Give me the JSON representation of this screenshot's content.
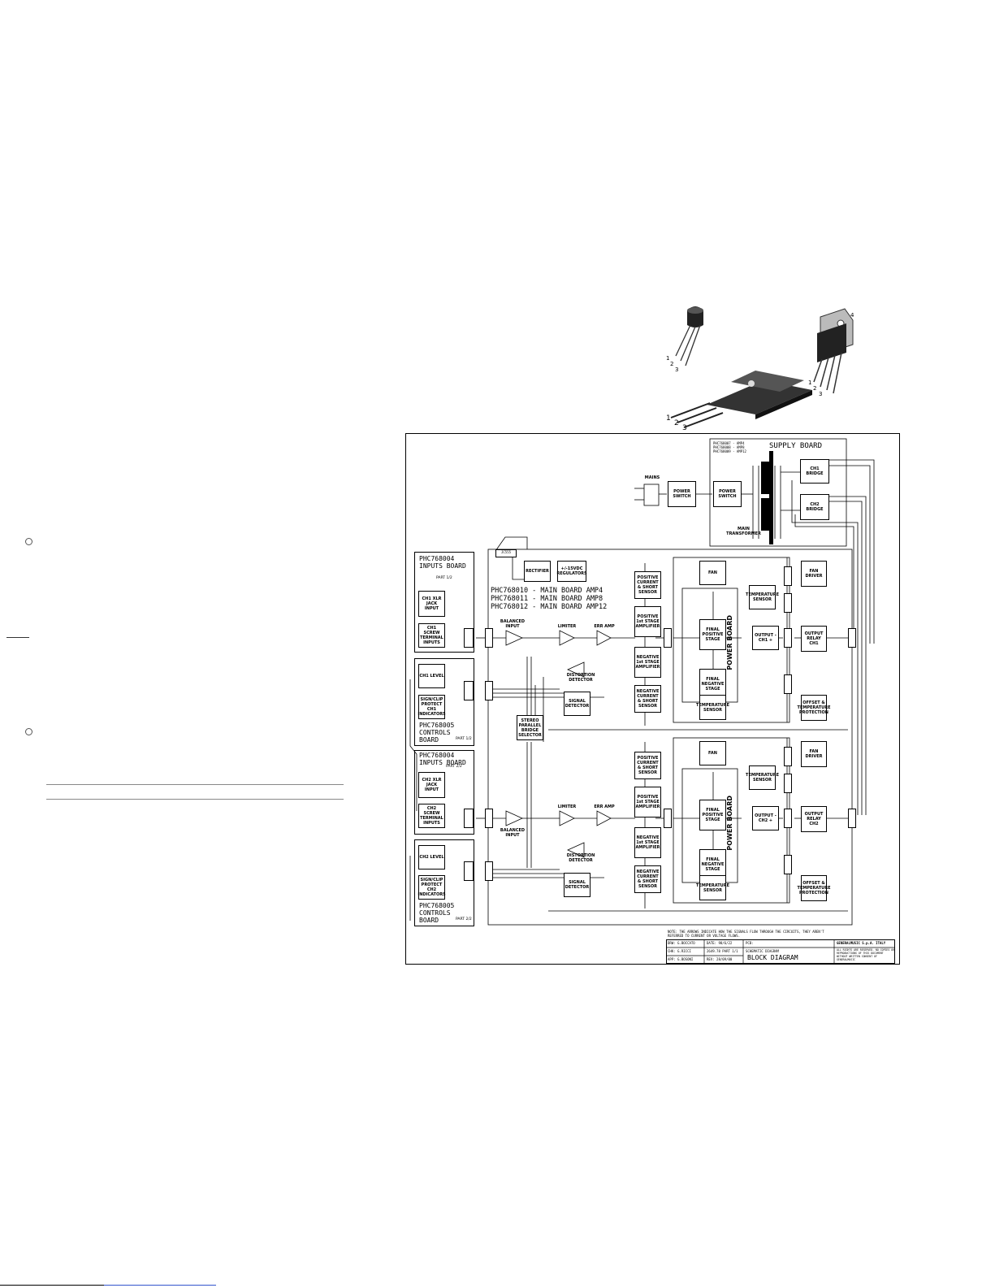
{
  "left_column": {},
  "components": {
    "to92_pins": [
      "1",
      "2",
      "3"
    ],
    "to3p_pins": [
      "1",
      "2",
      "3"
    ],
    "to220_pins": [
      "1",
      "2",
      "3",
      "4"
    ]
  },
  "supply": {
    "header": [
      "PHC768007 - AMP4",
      "PHC768008 - AMP8",
      "PHC768009 - AMP12"
    ],
    "title": "SUPPLY BOARD",
    "mains": "MAINS",
    "power_switch_1": "POWER SWITCH",
    "power_switch_2": "POWER SWITCH",
    "main_transformer": "MAIN TRANSFORMER",
    "ch1_bridge": "CH1 BRIDGE",
    "ch2_bridge": "CH2 BRIDGE"
  },
  "inputs1": {
    "title": "PHC768004 INPUTS BOARD",
    "part": "PART 1/2",
    "xlr": "CH1 XLR JACK INPUT",
    "screw": "CH1 SCREW TERMINAL INPUTS"
  },
  "controls1": {
    "title": "PHC768005 CONTROLS BOARD",
    "part": "PART 1/2",
    "level": "CH1 LEVEL",
    "sign": "SIGN/CLIP PROTECT CH1 INDICATORS"
  },
  "inputs2": {
    "title": "PHC768004 INPUTS BOARD",
    "part": "PART 2/2",
    "xlr": "CH2 XLR JACK INPUT",
    "screw": "CH2 SCREW TERMINAL INPUTS"
  },
  "controls2": {
    "title": "PHC768005 CONTROLS BOARD",
    "part": "PART 2/2",
    "level": "CH2 LEVEL",
    "sign": "SIGN/CLIP PROTECT CH2 INDICATORS"
  },
  "main": {
    "lines": [
      "PHC768010 - MAIN BOARD AMP4",
      "PHC768011 - MAIN BOARD AMP8",
      "PHC768012 - MAIN BOARD AMP12"
    ],
    "rectifier": "RECTIFIER",
    "regulators": "+/-15VDC REGULATORS",
    "stereo": "STEREO PARALLEL BRIDGE SELECTOR",
    "jcon": "JC555"
  },
  "ch1": {
    "balanced": "BALANCED INPUT",
    "limiter": "LIMITER",
    "err": "ERR AMP",
    "distortion": "DISTORTION DETECTOR",
    "signal": "SIGNAL DETECTOR",
    "pos_current": "POSITIVE CURRENT & SHORT SENSOR",
    "pos_stage": "POSITIVE 1st STAGE AMPLIFIER",
    "neg_stage": "NEGATIVE 1st STAGE AMPLIFIER",
    "neg_current": "NEGATIVE CURRENT & SHORT SENSOR",
    "fan": "FAN",
    "fan_driver": "FAN DRIVER",
    "temp1": "TEMPERATURE SENSOR",
    "temp2": "TEMPERATURE SENSOR",
    "final_pos": "FINAL POSITIVE STAGE",
    "final_neg": "FINAL NEGATIVE STAGE",
    "power_board": "POWER BOARD",
    "output": "OUTPUT - CH1 +",
    "relay": "OUTPUT RELAY CH1",
    "offset": "OFFSET & TEMPERATURE PROTECTION"
  },
  "ch2": {
    "balanced": "BALANCED INPUT",
    "limiter": "LIMITER",
    "err": "ERR AMP",
    "distortion": "DISTORTION DETECTOR",
    "signal": "SIGNAL DETECTOR",
    "pos_current": "POSITIVE CURRENT & SHORT SENSOR",
    "pos_stage": "POSITIVE 1st STAGE AMPLIFIER",
    "neg_stage": "NEGATIVE 1st STAGE AMPLIFIER",
    "neg_current": "NEGATIVE CURRENT & SHORT SENSOR",
    "fan": "FAN",
    "fan_driver": "FAN DRIVER",
    "temp1": "TEMPERATURE SENSOR",
    "temp2": "TEMPERATURE SENSOR",
    "final_pos": "FINAL POSITIVE STAGE",
    "final_neg": "FINAL NEGATIVE STAGE",
    "power_board": "POWER BOARD",
    "output": "OUTPUT - CH2 +",
    "relay": "OUTPUT RELAY CH2",
    "offset": "OFFSET & TEMPERATURE PROTECTION"
  },
  "note": "NOTE: THE ARROWS INDICATE HOW THE SIGNALS FLOW THROUGH THE CIRCUITS, THEY AREN'T REFERRED TO CURRENT OR VOLTAGE FLOWS.",
  "title_block": {
    "drw": "DRW: G.BOCCATO",
    "date": "DATE: 98/6/22",
    "pcb": "PCB:",
    "company": "GENERALMUSIC S.p.A. ITALY",
    "chk": "CHK: G.RICCI",
    "code": "2649.78 PART 1/1",
    "schematic": "SCHEMATIC DIAGRAM",
    "rights": "ALL RIGHTS ARE RESERVED. NO COPIES OR REPRODUCTIONS OF THIS DOCUMENT WITHOUT WRITTEN CONSENT OF GENERALMUSIC",
    "app": "APP: G.BOSONI",
    "rev": "REV: 28/09/00",
    "block": "BLOCK DIAGRAM"
  }
}
